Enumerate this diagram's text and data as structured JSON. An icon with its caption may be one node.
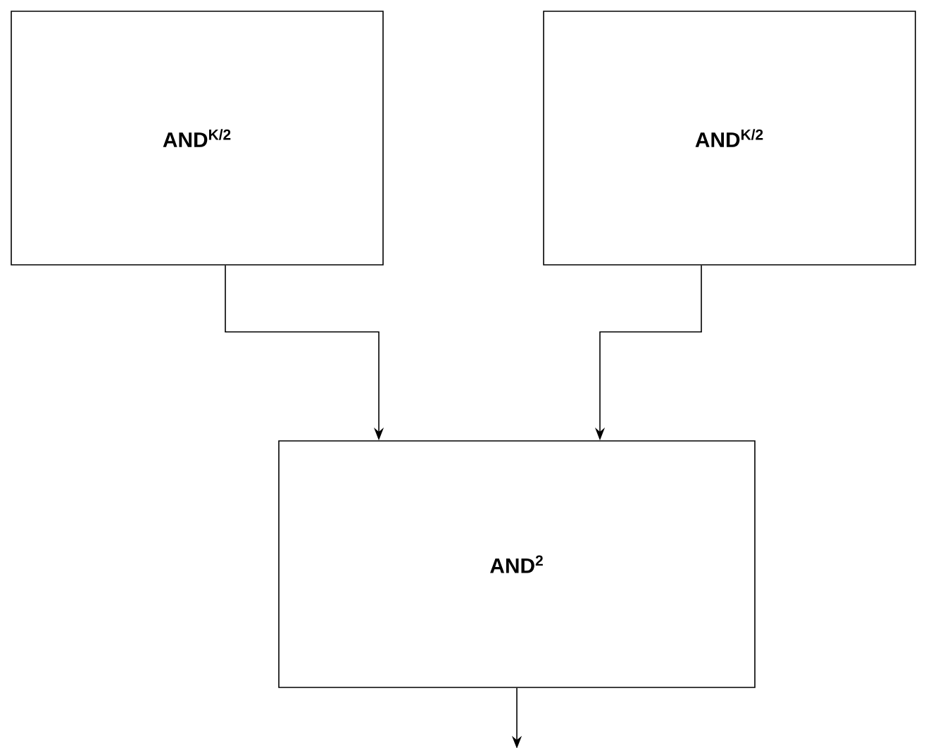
{
  "diagram": {
    "nodes": [
      {
        "text": [
          "AND$^{K/2}$"
        ]
      },
      {
        "text": [
          "AND$^{K/2}$"
        ]
      },
      {
        "text": [
          "AND$^{2}$"
        ]
      }
    ],
    "edges": [
      {
        "from": 0,
        "to": 2,
        "arrow": "to"
      },
      {
        "from": 1,
        "to": 2,
        "arrow": "to"
      },
      {
        "from": 2,
        "to": null,
        "arrow": "to"
      }
    ]
  }
}
